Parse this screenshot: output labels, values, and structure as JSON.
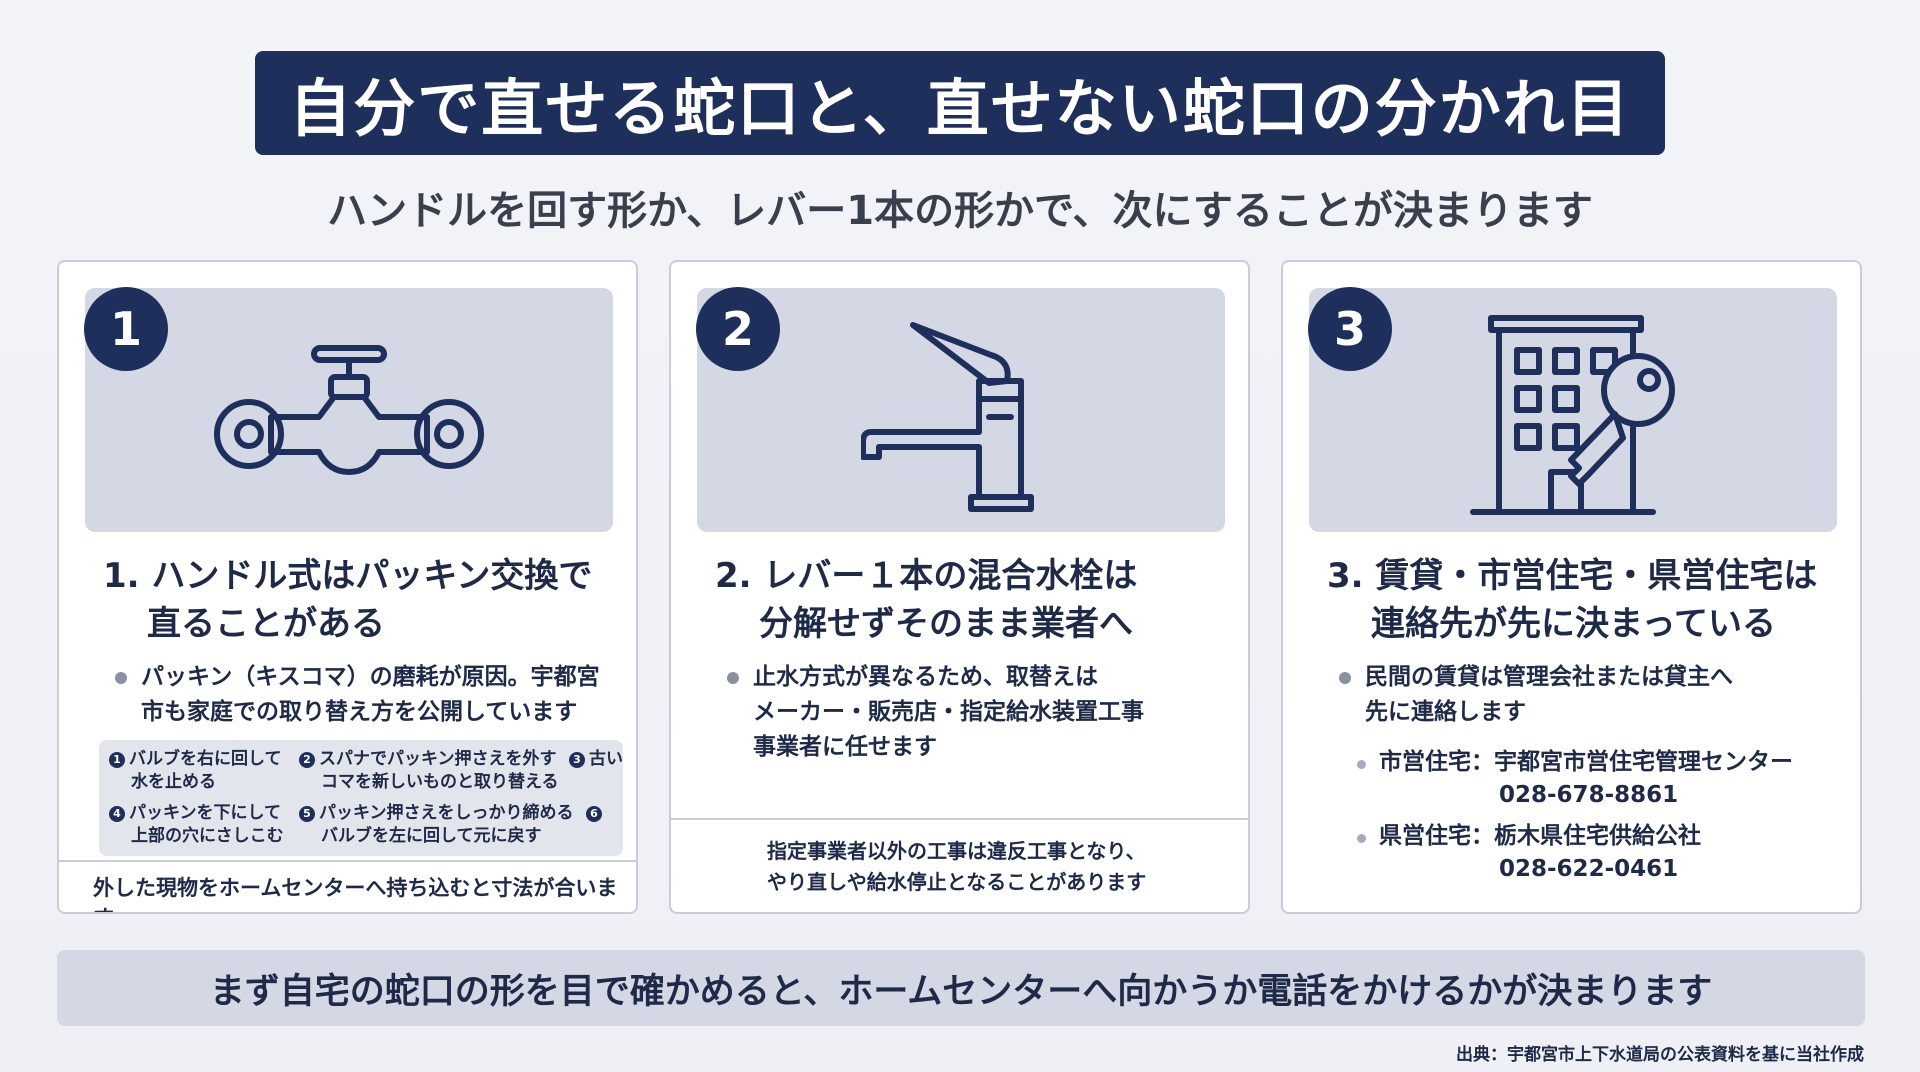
{
  "title": "自分で直せる蛇口と、直せない蛇口の分かれ目",
  "subtitle": "ハンドルを回す形か、レバー1本の形かで、次にすることが決まります",
  "cards": [
    {
      "number": "1",
      "icon": "handle-faucet-icon",
      "heading_line1": "1. ハンドル式はパッキン交換で",
      "heading_line2": "直ることがある",
      "bullet_line1": "パッキン（キスコマ）の磨耗が原因。宇都宮",
      "bullet_line2": "市も家庭での取り替え方を公開しています",
      "steps": [
        {
          "num": "1",
          "line1": "バルブを右に回して",
          "line2": "水を止める"
        },
        {
          "num": "2",
          "line1": "スパナでパッキン押さえを外す",
          "line2": "コマを新しいものと取り替える"
        },
        {
          "num": "3",
          "line1": "古い",
          "line2": ""
        },
        {
          "num": "4",
          "line1": "パッキンを下にして",
          "line2": "上部の穴にさしこむ"
        },
        {
          "num": "5",
          "line1": "パッキン押さえをしっかり締める",
          "line2": "バルブを左に回して元に戻す"
        },
        {
          "num": "6",
          "line1": "",
          "line2": ""
        }
      ],
      "footer": "外した現物をホームセンターへ持ち込むと寸法が合います"
    },
    {
      "number": "2",
      "icon": "lever-faucet-icon",
      "heading_line1": "2. レバー１本の混合水栓は",
      "heading_line2": "分解せずそのまま業者へ",
      "bullet_line1": "止水方式が異なるため、取替えは",
      "bullet_line2": "メーカー・販売店・指定給水装置工事",
      "bullet_line3": "事業者に任せます",
      "footer_line1": "指定事業者以外の工事は違反工事となり、",
      "footer_line2": "やり直しや給水停止となることがあります"
    },
    {
      "number": "3",
      "icon": "building-key-icon",
      "heading_line1": "3. 賃貸・市営住宅・県営住宅は",
      "heading_line2": "連絡先が先に決まっている",
      "bullet_line1": "民間の賃貸は管理会社または貸主へ",
      "bullet_line2": "先に連絡します",
      "contacts": [
        {
          "label": "市営住宅：宇都宮市営住宅管理センター",
          "tel": "028-678-8861"
        },
        {
          "label": "県営住宅：栃木県住宅供給公社",
          "tel": "028-622-0461"
        }
      ]
    }
  ],
  "summary": "まず自宅の蛇口の形を目で確かめると、ホームセンターへ向かうか電話をかけるかが決まります",
  "source": "出典：宇都宮市上下水道局の公表資料を基に当社作成",
  "colors": {
    "navy": "#1f2f5b",
    "panel": "#d4d8e4",
    "text": "#1e2a47"
  }
}
